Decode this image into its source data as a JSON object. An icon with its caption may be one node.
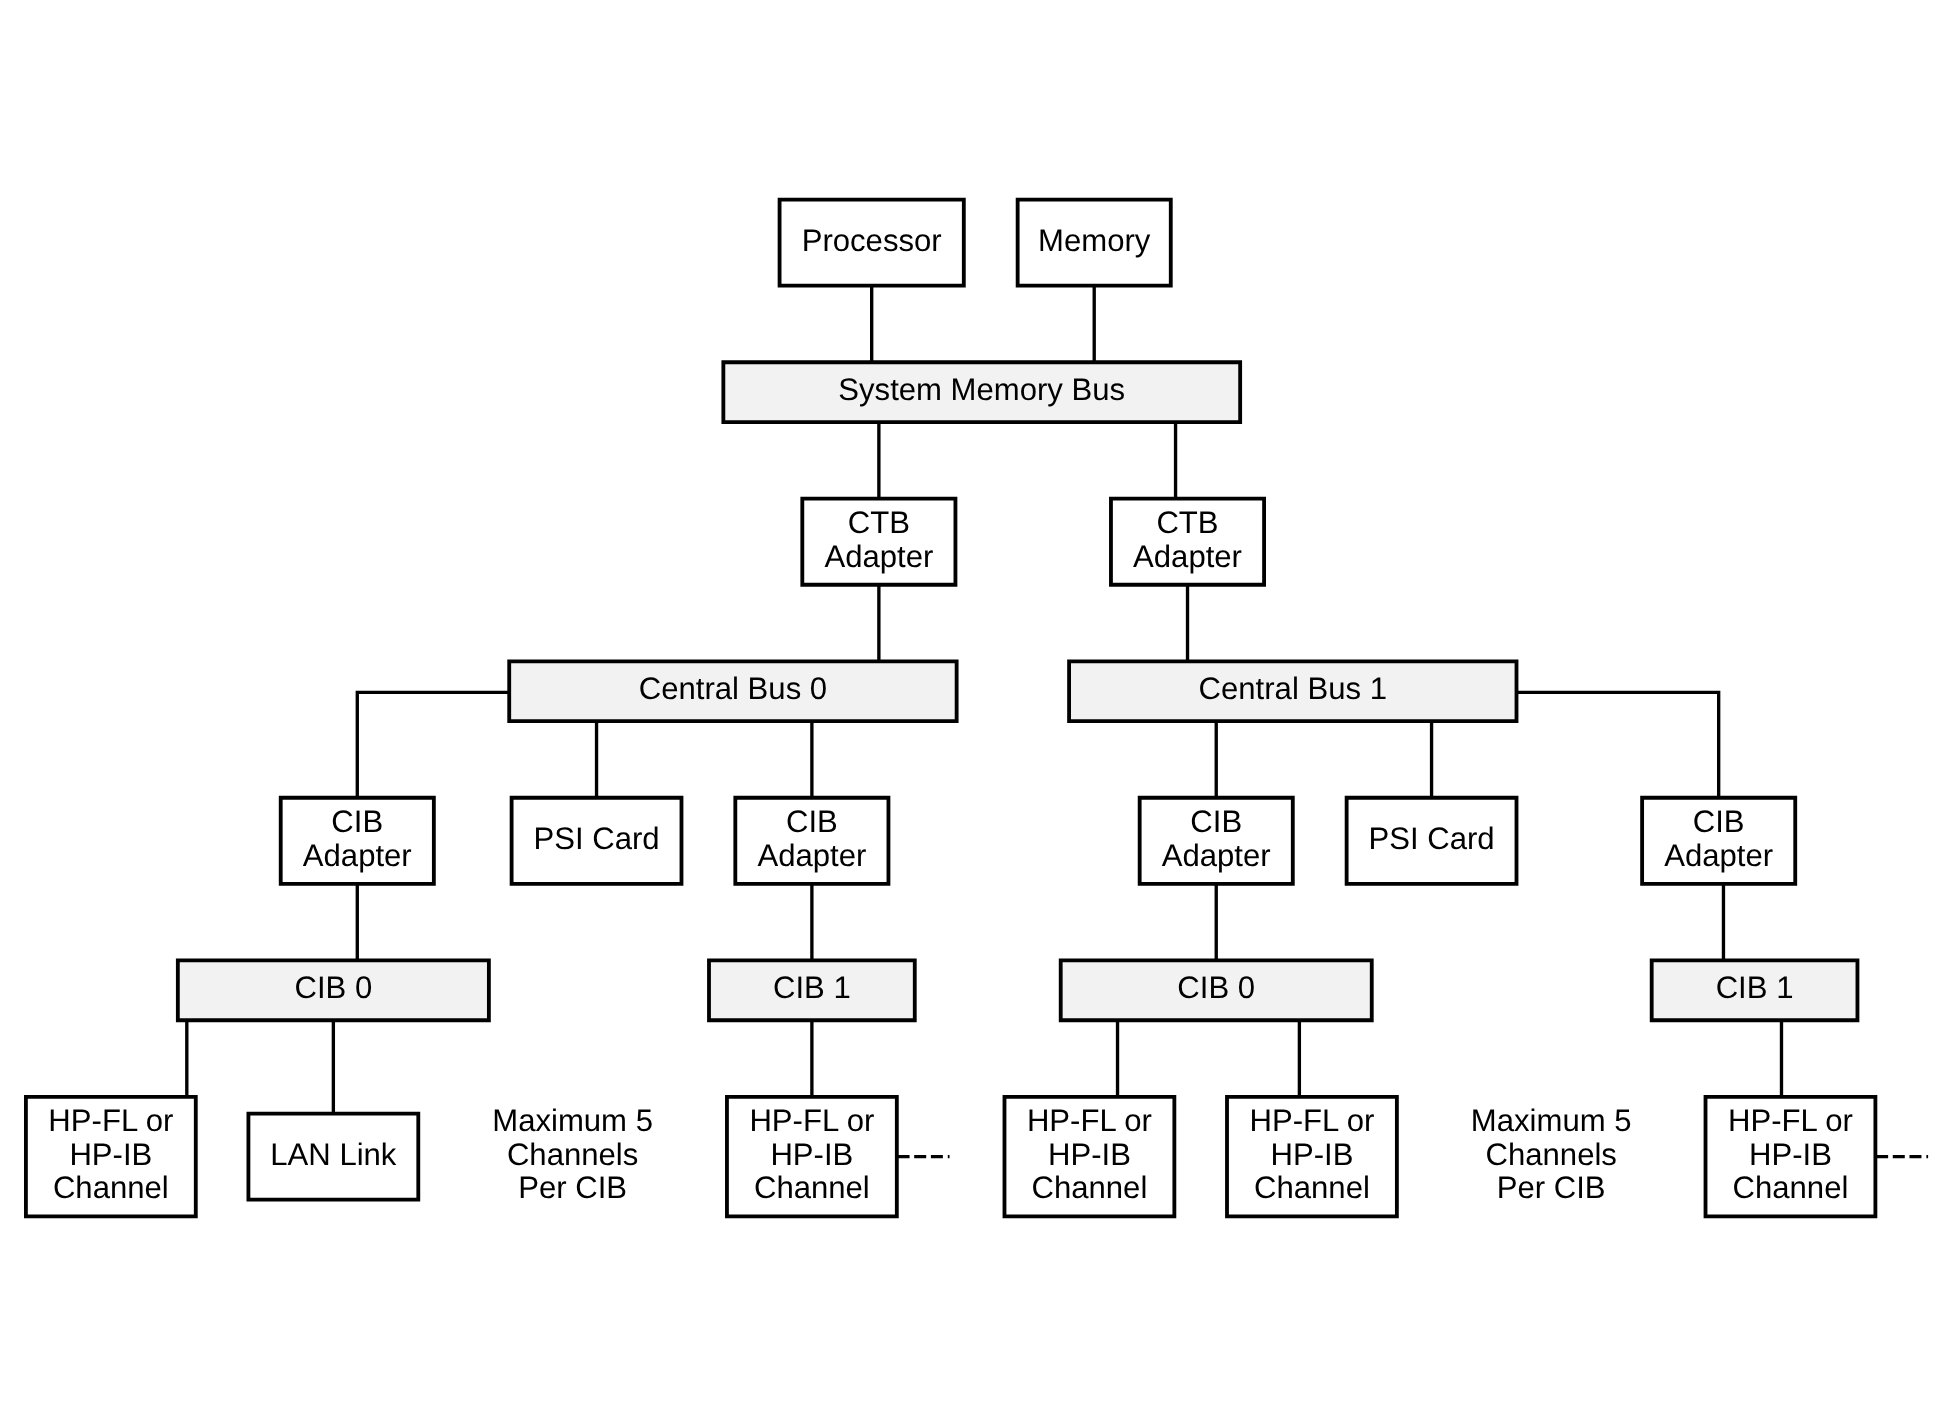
{
  "diagram": {
    "nodes": [
      {
        "text": [
          "Processor"
        ]
      },
      {
        "text": [
          "Memory"
        ]
      },
      {
        "text": [
          "System Memory Bus"
        ]
      },
      {
        "text": [
          "CTB Adapter"
        ]
      },
      {
        "text": [
          "CTB Adapter"
        ]
      },
      {
        "text": [
          "Central Bus 0"
        ]
      },
      {
        "text": [
          "Central Bus 1"
        ]
      },
      {
        "text": [
          "CIB Adapter"
        ]
      },
      {
        "text": [
          "PSI Card"
        ]
      },
      {
        "text": [
          "CIB Adapter"
        ]
      },
      {
        "text": [
          "CIB Adapter"
        ]
      },
      {
        "text": [
          "PSI Card"
        ]
      },
      {
        "text": [
          "CIB Adapter"
        ]
      },
      {
        "text": [
          "CIB 0"
        ]
      },
      {
        "text": [
          "CIB 1"
        ]
      },
      {
        "text": [
          "CIB 0"
        ]
      },
      {
        "text": [
          "CIB 1"
        ]
      },
      {
        "text": [
          "HP-FL or HP-IB Channel"
        ]
      },
      {
        "text": [
          "LAN Link"
        ]
      },
      {
        "text": [
          "HP-FL or HP-IB Channel"
        ]
      },
      {
        "text": [
          "HP-FL or HP-IB Channel"
        ]
      },
      {
        "text": [
          "HP-FL or HP-IB Channel"
        ]
      },
      {
        "text": [
          "HP-FL or HP-IB Channel"
        ]
      }
    ],
    "edges": [
      {
        "from": 0,
        "to": 2,
        "arrow": "none"
      },
      {
        "from": 1,
        "to": 2,
        "arrow": "none"
      },
      {
        "from": 2,
        "to": 3,
        "arrow": "none"
      },
      {
        "from": 2,
        "to": 4,
        "arrow": "none"
      },
      {
        "from": 3,
        "to": 5,
        "arrow": "none"
      },
      {
        "from": 4,
        "to": 6,
        "arrow": "none"
      },
      {
        "from": 5,
        "to": 7,
        "arrow": "none"
      },
      {
        "from": 5,
        "to": 8,
        "arrow": "none"
      },
      {
        "from": 5,
        "to": 9,
        "arrow": "none"
      },
      {
        "from": 6,
        "to": 10,
        "arrow": "none"
      },
      {
        "from": 6,
        "to": 11,
        "arrow": "none"
      },
      {
        "from": 6,
        "to": 12,
        "arrow": "none"
      },
      {
        "from": 7,
        "to": 13,
        "arrow": "none"
      },
      {
        "from": 9,
        "to": 14,
        "arrow": "none"
      },
      {
        "from": 10,
        "to": 15,
        "arrow": "none"
      },
      {
        "from": 12,
        "to": 16,
        "arrow": "none"
      },
      {
        "from": 13,
        "to": 17,
        "arrow": "none"
      },
      {
        "from": 13,
        "to": 18,
        "arrow": "none"
      },
      {
        "from": 14,
        "to": 19,
        "arrow": "none"
      },
      {
        "from": 15,
        "to": 20,
        "arrow": "none"
      },
      {
        "from": 15,
        "to": 21,
        "arrow": "none"
      },
      {
        "from": 16,
        "to": 22,
        "arrow": "none"
      },
      {
        "from": 19,
        "to": null,
        "arrow": "none",
        "style": "dashed"
      },
      {
        "from": 22,
        "to": null,
        "arrow": "none",
        "style": "dashed"
      }
    ],
    "labels": [
      "Maximum 5 Channels Per CIB",
      "Maximum 5 Channels Per CIB"
    ]
  }
}
